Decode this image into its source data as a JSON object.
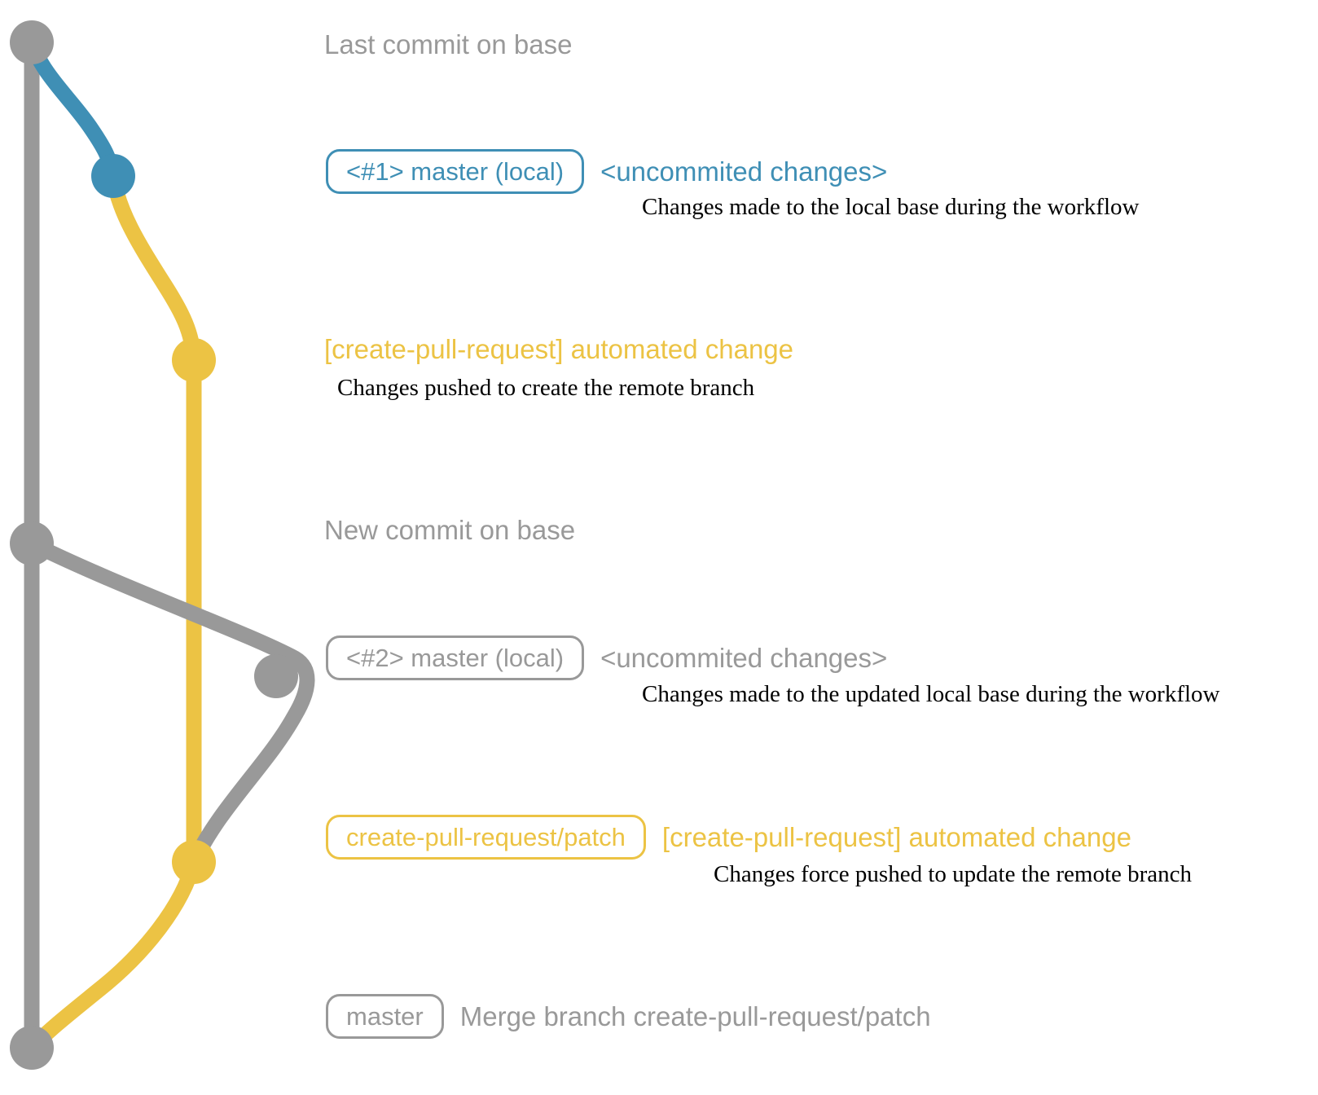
{
  "colors": {
    "gray": "#999999",
    "blue": "#3f8fb5",
    "yellow": "#ecc344",
    "description_text": "#000000"
  },
  "annotations": {
    "row1": {
      "label": "Last commit on base"
    },
    "row2": {
      "badge": "<#1> master (local)",
      "message": "<uncommited changes>",
      "description": "Changes made to the local base during the workflow"
    },
    "row3": {
      "message": "[create-pull-request] automated change",
      "description": "Changes pushed to create the remote branch"
    },
    "row4": {
      "label": "New commit on base"
    },
    "row5": {
      "badge": "<#2> master (local)",
      "message": "<uncommited changes>",
      "description": "Changes made to the updated local base during the workflow"
    },
    "row6": {
      "badge": "create-pull-request/patch",
      "message": "[create-pull-request] automated change",
      "description": "Changes force pushed to update the remote branch"
    },
    "row7": {
      "badge": "master",
      "message": "Merge branch create-pull-request/patch"
    }
  }
}
